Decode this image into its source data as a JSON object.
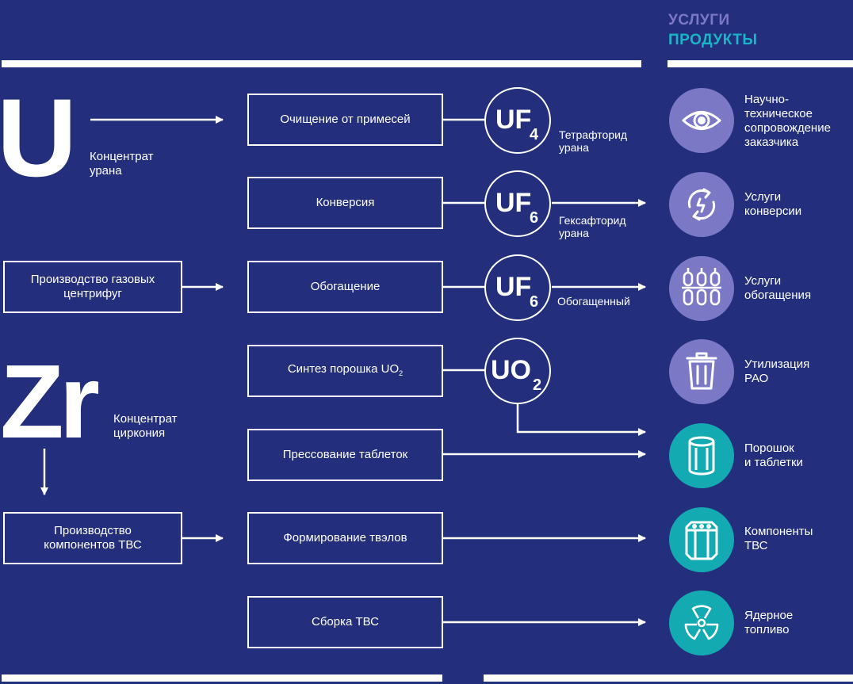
{
  "legend": {
    "services": "УСЛУГИ",
    "products": "ПРОДУКТЫ"
  },
  "colors": {
    "background": "#232f7c",
    "services": "#7b78c6",
    "products": "#14aab1",
    "legend_products": "#1ab5c8"
  },
  "sources": {
    "uranium": {
      "symbol": "U",
      "label": "Концентрат\nурана"
    },
    "zirconium": {
      "symbol": "Zr",
      "label": "Концентрат\nциркония"
    }
  },
  "inputs": {
    "centrifuges": "Производство газовых\nцентрифуг",
    "fa_components": "Производство\nкомпонентов ТВС"
  },
  "processes": {
    "purification": "Очищение от примесей",
    "conversion": "Конверсия",
    "enrichment": "Обогащение",
    "powder_synthesis": "Синтез порошка UO",
    "powder_synthesis_sub": "2",
    "pressing": "Прессование таблеток",
    "fuel_rods": "Формирование твэлов",
    "assembly": "Сборка ТВС"
  },
  "molecules": {
    "uf4": {
      "main": "UF",
      "sub": "4",
      "name": "Тетрафторид\nурана"
    },
    "uf6": {
      "main": "UF",
      "sub": "6",
      "name": "Гексафторид\nурана"
    },
    "uf6_enriched": {
      "main": "UF",
      "sub": "6",
      "name": "Обогащенный"
    },
    "uo2": {
      "main": "UO",
      "sub": "2"
    }
  },
  "outputs": [
    {
      "label": "Научно-\nтехническое\nсопровождение\nзаказчика",
      "kind": "service",
      "icon": "eye-icon"
    },
    {
      "label": "Услуги\nконверсии",
      "kind": "service",
      "icon": "conversion-cycle-icon"
    },
    {
      "label": "Услуги\nобогащения",
      "kind": "service",
      "icon": "centrifuge-icon"
    },
    {
      "label": "Утилизация\nРАО",
      "kind": "service",
      "icon": "trash-bin-icon"
    },
    {
      "label": "Порошок\nи таблетки",
      "kind": "product",
      "icon": "pellet-icon"
    },
    {
      "label": "Компоненты\nТВС",
      "kind": "product",
      "icon": "fuel-assembly-icon"
    },
    {
      "label": "Ядерное\nтопливо",
      "kind": "product",
      "icon": "radiation-icon"
    }
  ]
}
